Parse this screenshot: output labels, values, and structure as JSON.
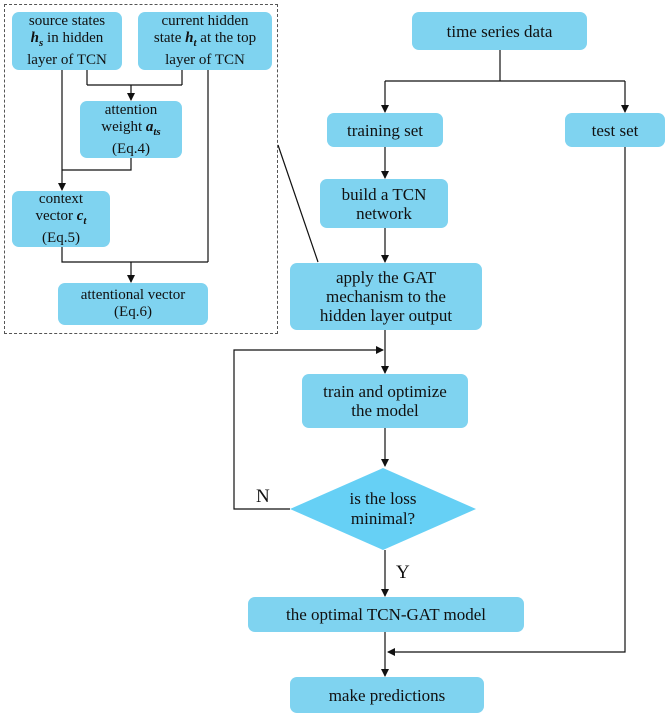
{
  "flow": {
    "time_series": "time series data",
    "training_set": "training set",
    "test_set": "test set",
    "build_tcn": [
      "build a TCN",
      "network"
    ],
    "apply_gat": [
      "apply the GAT",
      "mechanism to the",
      "hidden layer output"
    ],
    "train_optimize": [
      "train and optimize",
      "the model"
    ],
    "decision": [
      "is the loss",
      "minimal?"
    ],
    "optimal": "the optimal TCN-GAT model",
    "predictions": "make predictions",
    "label_no": "N",
    "label_yes": "Y"
  },
  "attention": {
    "source_states": {
      "line1": "source states",
      "var": "h",
      "sub": "s",
      "rest": " in hidden",
      "line3": "layer of TCN"
    },
    "current_state": {
      "line1": "current hidden",
      "pre": "state ",
      "var": "h",
      "sub": "t",
      "rest": " at the top",
      "line3": "layer of TCN"
    },
    "attention_weight": {
      "line1": "attention",
      "pre": "weight ",
      "var": "a",
      "sub": "ts",
      "eq": "(Eq.4)"
    },
    "context_vector": {
      "line1": "context",
      "pre": "vector ",
      "var": "c",
      "sub": "t",
      "eq": "(Eq.5)"
    },
    "attentional_vector": {
      "line1": "attentional vector",
      "eq": "(Eq.6)"
    }
  },
  "colors": {
    "node_fill": "#7fd3f0",
    "diamond_fill": "#66d0f5",
    "line": "#111111"
  }
}
